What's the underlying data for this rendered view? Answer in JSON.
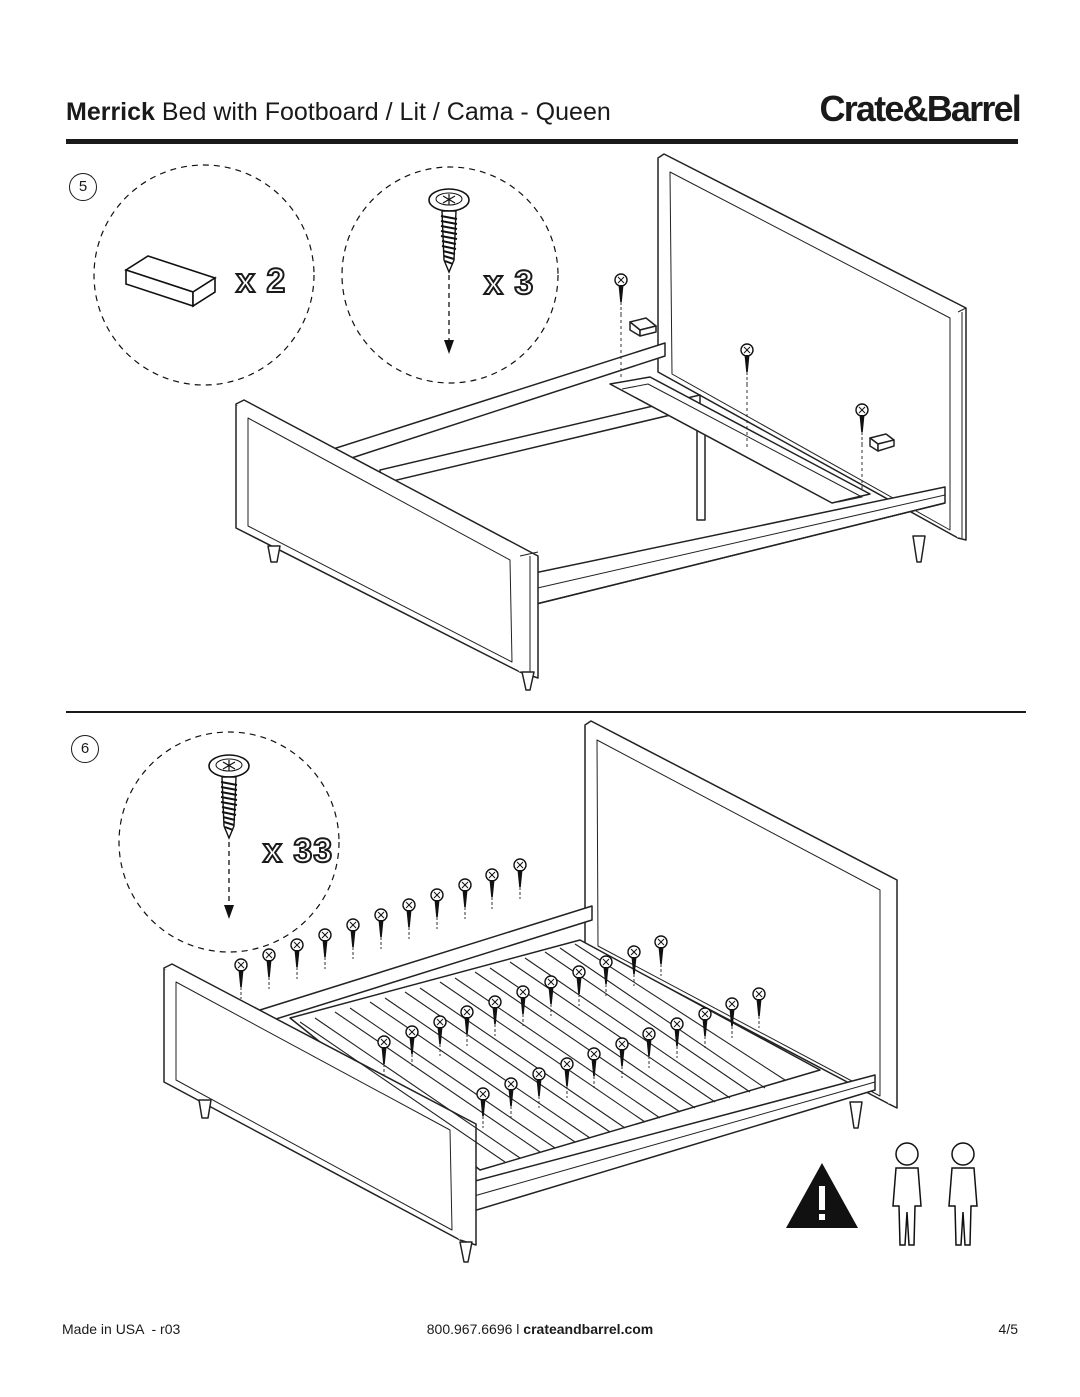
{
  "header": {
    "title_bold": "Merrick",
    "title_rest": "Bed with Footboard / Lit / Cama - Queen",
    "brand": "Crate&Barrel"
  },
  "steps": [
    {
      "number": "5",
      "parts": [
        {
          "icon": "wood-block-icon",
          "quantity": "x 2"
        },
        {
          "icon": "screw-icon",
          "quantity": "x 3"
        }
      ]
    },
    {
      "number": "6",
      "parts": [
        {
          "icon": "screw-icon",
          "quantity": "x 33"
        }
      ]
    }
  ],
  "warning": {
    "icons": [
      "warning-triangle-icon",
      "two-person-icon"
    ]
  },
  "footer": {
    "left": "Made in USA  - r03",
    "phone": "800.967.6696",
    "separator": "l",
    "website": "crateandbarrel.com",
    "page": "4/5"
  }
}
